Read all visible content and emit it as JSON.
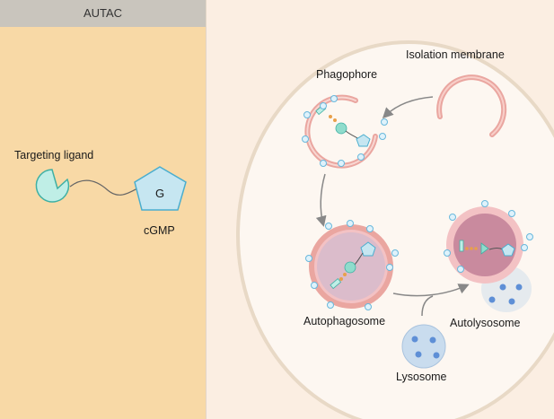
{
  "panel": {
    "title": "AUTAC"
  },
  "labels": {
    "targeting_ligand": "Targeting ligand",
    "g_letter": "G",
    "cgmp": "cGMP",
    "isolation_membrane": "Isolation membrane",
    "phagophore": "Phagophore",
    "autophagosome": "Autophagosome",
    "autolysosome": "Autolysosome",
    "lysosome": "Lysosome"
  },
  "colors": {
    "left_panel": "#f8d9a6",
    "header": "#c9c5bd",
    "membrane": "#f2a7a0",
    "ligand_fill": "#bfeee6",
    "ligand_stroke": "#3fb0a4",
    "lysosome_fill": "#c9dcee",
    "dot": "#5e8fd6",
    "vesicle_inside": "#d9b4c1"
  }
}
